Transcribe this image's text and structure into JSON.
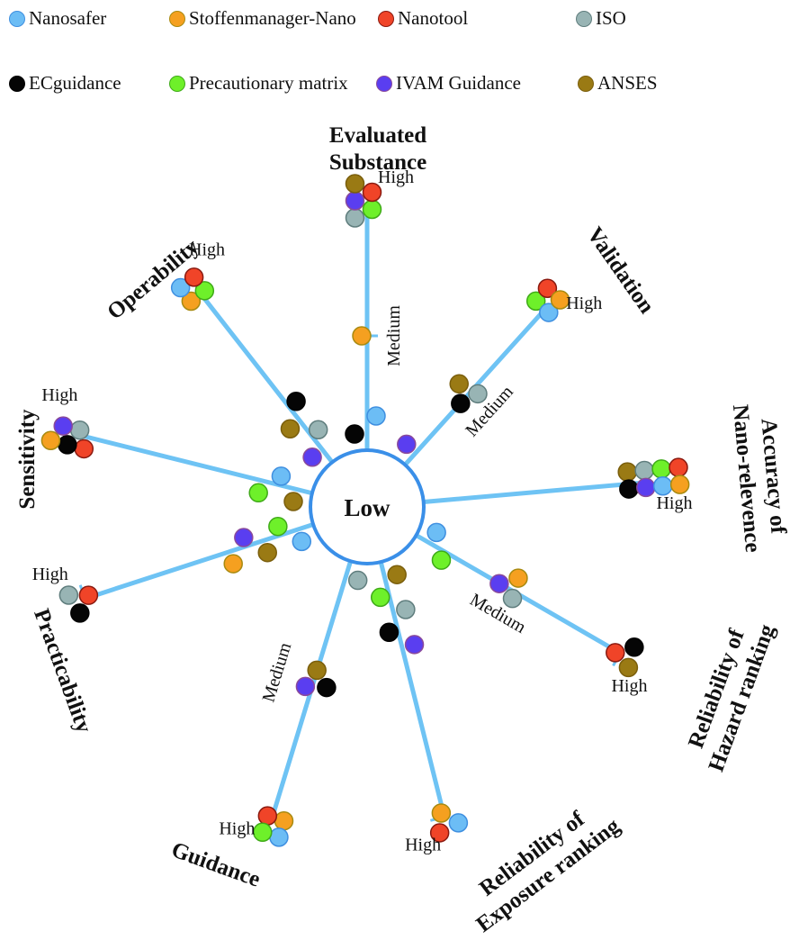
{
  "legend": [
    {
      "key": "nanosafer",
      "label": "Nanosafer",
      "color": "#6cbdf5",
      "stroke": "#3f8fe0"
    },
    {
      "key": "stoffenmanager",
      "label": "Stoffenmanager-Nano",
      "color": "#f5a020",
      "stroke": "#a88a10"
    },
    {
      "key": "nanotool",
      "label": "Nanotool",
      "color": "#f04428",
      "stroke": "#8a1a10"
    },
    {
      "key": "iso",
      "label": "ISO",
      "color": "#98b4b4",
      "stroke": "#5f7d7d"
    },
    {
      "key": "ecguidance",
      "label": "ECguidance",
      "color": "#050505",
      "stroke": "#000000"
    },
    {
      "key": "precautionary",
      "label": "Precautionary matrix",
      "color": "#6ef02a",
      "stroke": "#3faa18"
    },
    {
      "key": "ivam",
      "label": "IVAM Guidance",
      "color": "#5a3ef0",
      "stroke": "#8a4a9a"
    },
    {
      "key": "anses",
      "label": "ANSES",
      "color": "#9a7a14",
      "stroke": "#7a5e0c"
    }
  ],
  "center": {
    "label": "Low"
  },
  "levels": {
    "low": "Low",
    "medium": "Medium",
    "high": "High"
  },
  "colors": {
    "axis_line": "#6ec3f4",
    "center_ring": "#3a8fe8"
  },
  "chart_data": {
    "type": "radial-rating",
    "title": "",
    "scale": [
      "Low",
      "Medium",
      "High"
    ],
    "tools": [
      "Nanosafer",
      "Stoffenmanager-Nano",
      "Nanotool",
      "ISO",
      "ECguidance",
      "Precautionary matrix",
      "IVAM Guidance",
      "ANSES"
    ],
    "criteria": [
      {
        "name": "Evaluated Substance",
        "title_lines": [
          "Evaluated",
          "Substance"
        ],
        "angle": -90,
        "ratings": {
          "Low": [
            "ECguidance",
            "Nanosafer"
          ],
          "Medium": [
            "Stoffenmanager-Nano"
          ],
          "High": [
            "ISO",
            "IVAM Guidance",
            "ANSES",
            "Precautionary matrix",
            "Nanotool"
          ]
        }
      },
      {
        "name": "Validation",
        "title_lines": [
          "Validation"
        ],
        "angle": -48,
        "ratings": {
          "Low": [
            "IVAM Guidance"
          ],
          "Medium": [
            "ANSES",
            "ECguidance",
            "ISO"
          ],
          "High": [
            "Precautionary matrix",
            "Nanotool",
            "Nanosafer",
            "Stoffenmanager-Nano"
          ]
        }
      },
      {
        "name": "Accuracy of Nano-relevence",
        "title_lines": [
          "Accuracy of",
          "Nano-relevence"
        ],
        "angle": -5,
        "ratings": {
          "Low": [],
          "Medium": [],
          "High": [
            "ANSES",
            "ISO",
            "Precautionary matrix",
            "Nanotool",
            "ECguidance",
            "IVAM Guidance",
            "Nanosafer",
            "Stoffenmanager-Nano"
          ]
        }
      },
      {
        "name": "Reliability of Hazard ranking",
        "title_lines": [
          "Reliability of",
          "Hazard ranking"
        ],
        "angle": 30,
        "ratings": {
          "Low": [
            "Nanosafer",
            "Precautionary matrix"
          ],
          "Medium": [
            "Stoffenmanager-Nano",
            "IVAM Guidance",
            "ISO"
          ],
          "High": [
            "ECguidance",
            "Nanotool",
            "ANSES"
          ]
        }
      },
      {
        "name": "Reliability of Exposure ranking",
        "title_lines": [
          "Reliability of",
          "Exposure ranking"
        ],
        "angle": 76,
        "ratings": {
          "Low": [
            "ANSES",
            "Precautionary matrix",
            "ISO",
            "ECguidance",
            "IVAM Guidance"
          ],
          "Medium": [],
          "High": [
            "Nanosafer",
            "Stoffenmanager-Nano",
            "Nanotool"
          ]
        }
      },
      {
        "name": "Guidance",
        "title_lines": [
          "Guidance"
        ],
        "angle": 107,
        "ratings": {
          "Low": [
            "ISO"
          ],
          "Medium": [
            "ECguidance",
            "ANSES",
            "IVAM Guidance"
          ],
          "High": [
            "Stoffenmanager-Nano",
            "Nanosafer",
            "Nanotool",
            "Precautionary matrix"
          ]
        }
      },
      {
        "name": "Practicability",
        "title_lines": [
          "Practicability"
        ],
        "angle": 162,
        "ratings": {
          "Low": [
            "Nanosafer",
            "Precautionary matrix",
            "ANSES",
            "IVAM Guidance",
            "Stoffenmanager-Nano"
          ],
          "Medium": [],
          "High": [
            "ECguidance",
            "Nanotool",
            "ISO"
          ]
        }
      },
      {
        "name": "Sensitivity",
        "title_lines": [
          "Sensitivity"
        ],
        "angle": 194,
        "ratings": {
          "Low": [
            "ANSES",
            "Nanosafer",
            "Precautionary matrix"
          ],
          "Medium": [],
          "High": [
            "Nanotool",
            "ECguidance",
            "Stoffenmanager-Nano",
            "ISO",
            "IVAM Guidance"
          ]
        }
      },
      {
        "name": "Operability",
        "title_lines": [
          "Operability"
        ],
        "angle": 232,
        "ratings": {
          "Low": [
            "IVAM Guidance",
            "ISO",
            "ANSES",
            "ECguidance"
          ],
          "Medium": [],
          "High": [
            "Stoffenmanager-Nano",
            "Nanosafer",
            "Precautionary matrix",
            "Nanotool"
          ]
        }
      }
    ]
  }
}
